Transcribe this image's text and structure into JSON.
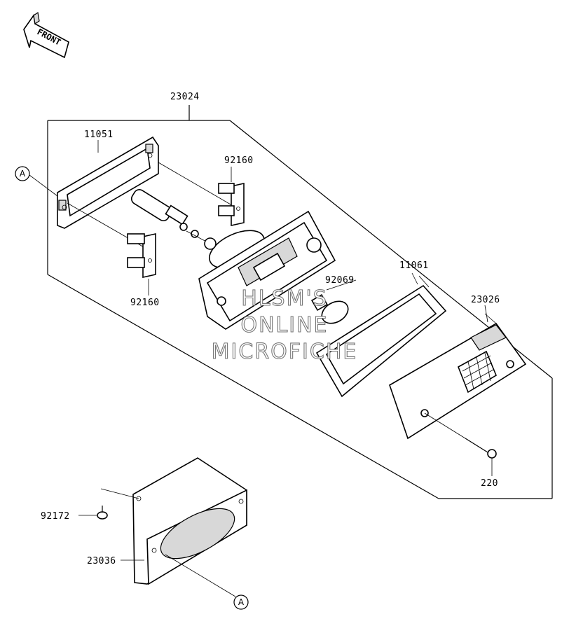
{
  "front_label": "FRONT",
  "callouts": {
    "top": "A",
    "bottom": "A"
  },
  "labels": {
    "assembly": "23024",
    "gasket_rear": "11051",
    "socket_upper": "92160",
    "socket_lower": "92160",
    "bulb": "92069",
    "gasket_lens": "11061",
    "lens": "23026",
    "screw": "220",
    "bolt": "92172",
    "bracket": "23036"
  },
  "watermark": {
    "line1": "HLSM'S",
    "line2": "ONLINE",
    "line3": "MICROFICHE"
  }
}
